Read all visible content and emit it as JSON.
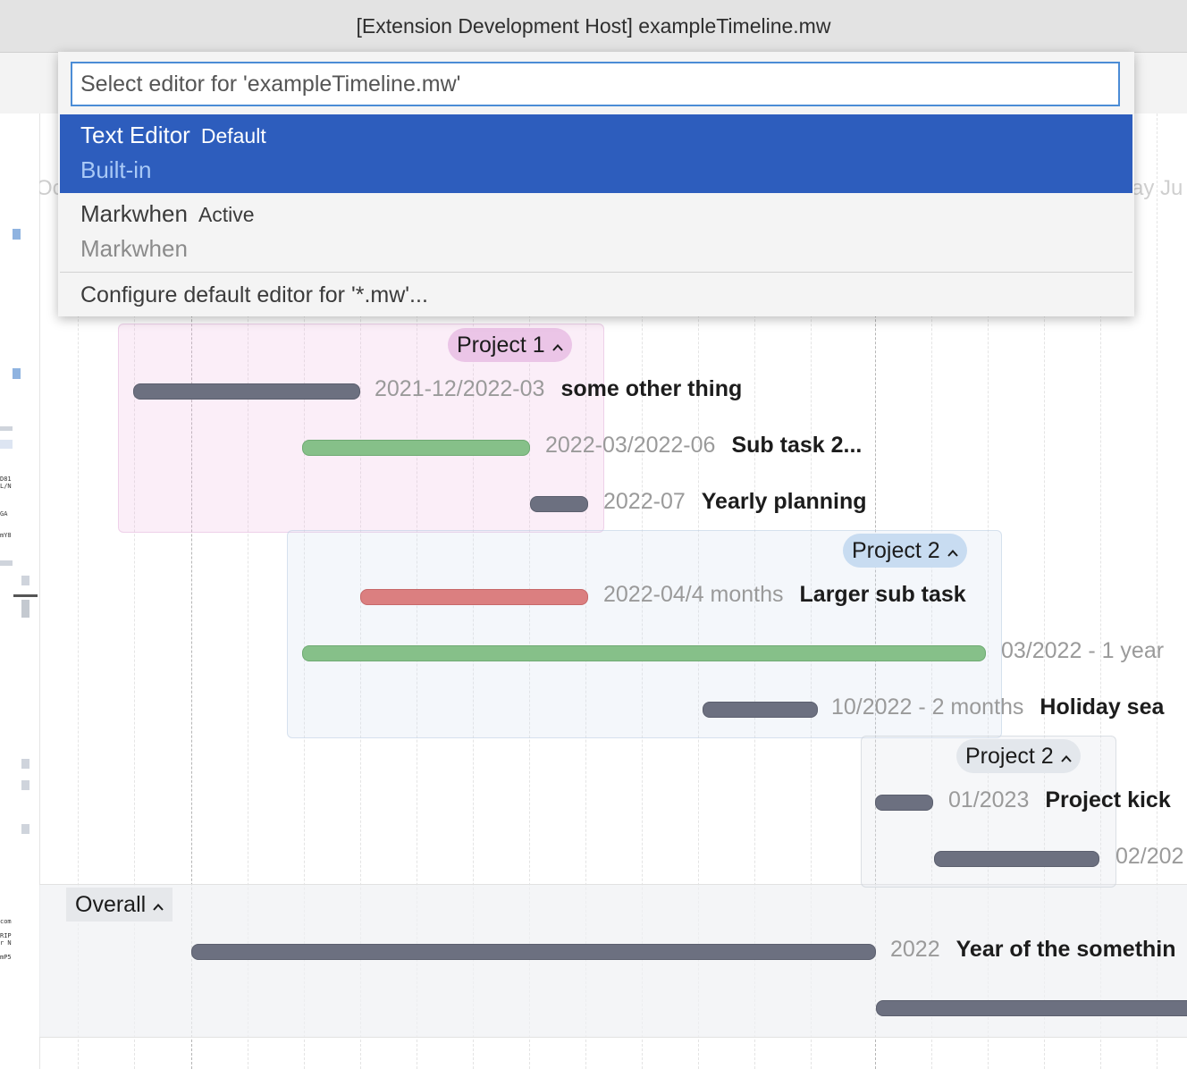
{
  "window": {
    "title": "[Extension Development Host] exampleTimeline.mw"
  },
  "timeline": {
    "column_labels": {
      "left": "Oc",
      "right": "ay Ju"
    },
    "groups": [
      {
        "label": "Project 1"
      },
      {
        "label": "Project 2"
      },
      {
        "label": "Project 2"
      },
      {
        "label": "Overall"
      }
    ],
    "events": [
      {
        "date": "2021-12/2022-03",
        "title": "some other thing",
        "color": "#6c7080"
      },
      {
        "date": "2022-03/2022-06",
        "title": "Sub task 2...",
        "color": "#86c089"
      },
      {
        "date": "2022-07",
        "title": "Yearly planning",
        "color": "#6c7080"
      },
      {
        "date": "2022-04/4 months",
        "title": "Larger sub task",
        "color": "#db7f80"
      },
      {
        "date": "03/2022 - 1 year",
        "title": "",
        "color": "#86c089"
      },
      {
        "date": "10/2022 - 2 months",
        "title": "Holiday sea",
        "color": "#6c7080"
      },
      {
        "date": "01/2023",
        "title": "Project kick",
        "color": "#6c7080"
      },
      {
        "date": "02/202",
        "title": "",
        "color": "#6c7080"
      },
      {
        "date": "2022",
        "title": "Year of the somethin",
        "color": "#6c7080"
      },
      {
        "date": "",
        "title": "",
        "color": "#6c7080"
      }
    ]
  },
  "picker": {
    "placeholder": "Select editor for 'exampleTimeline.mw'",
    "items": [
      {
        "label": "Text Editor",
        "badge": "Default",
        "detail": "Built-in",
        "selected": true
      },
      {
        "label": "Markwhen",
        "badge": "Active",
        "detail": "Markwhen",
        "selected": false
      }
    ],
    "configure_label": "Configure default editor for '*.mw'..."
  },
  "minimap": {
    "fragments": [
      "D81",
      "L/N",
      "GA",
      "mY8",
      "com",
      "RIP",
      "r N",
      "mP5"
    ]
  }
}
